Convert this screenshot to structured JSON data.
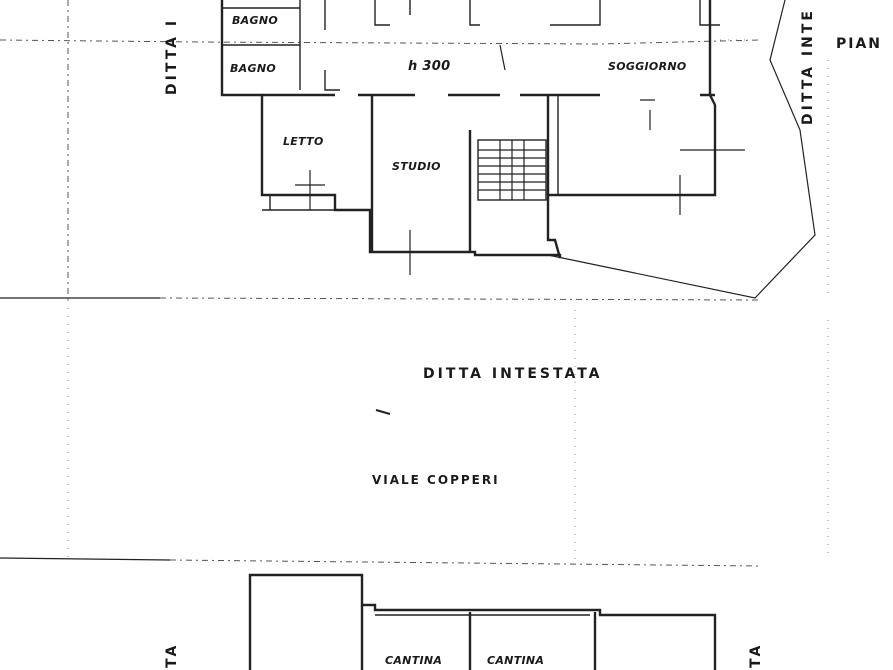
{
  "upper_plan": {
    "rooms": {
      "bagno_top": "BAGNO",
      "bagno_bottom": "BAGNO",
      "hall": "h 300",
      "soggiorno": "SOGGIORNO",
      "letto": "LETTO",
      "studio": "STUDIO"
    },
    "left_edge_label": "DITTA I",
    "right_edge_label": "DITTA INTE",
    "right_corner_label": "PIAN"
  },
  "middle": {
    "ditta_label": "DITTA INTESTATA",
    "street_label": "VIALE COPPERI"
  },
  "lower_plan": {
    "rooms": {
      "cantina_1": "CANTINA",
      "cantina_2": "CANTINA"
    },
    "left_edge_label": "TA",
    "right_edge_label": "TA"
  }
}
